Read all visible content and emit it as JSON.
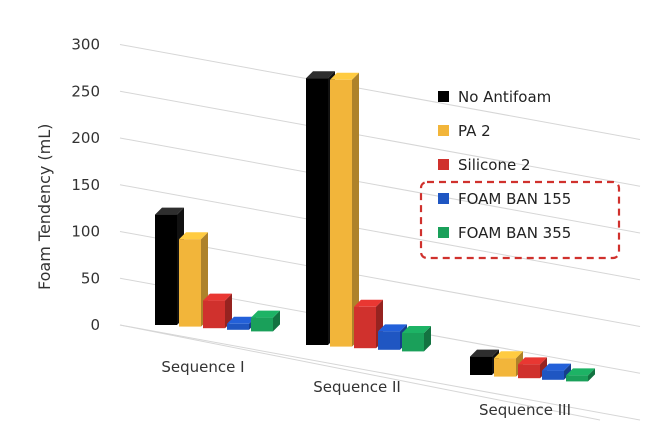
{
  "chart_data": {
    "type": "bar",
    "ylabel": "Foam Tendency (mL)",
    "ylim": [
      0,
      300
    ],
    "yticks": [
      "0",
      "50",
      "100",
      "150",
      "200",
      "250",
      "300"
    ],
    "categories": [
      "Sequence I",
      "Sequence II",
      "Sequence III"
    ],
    "series": [
      {
        "name": "No Antifoam",
        "color": "#000000",
        "values": [
          120,
          290,
          20
        ]
      },
      {
        "name": "PA 2",
        "color": "#F2B53A",
        "values": [
          95,
          290,
          20
        ]
      },
      {
        "name": "Silicone 2",
        "color": "#D0312D",
        "values": [
          30,
          45,
          15
        ]
      },
      {
        "name": "FOAM BAN 155",
        "color": "#1F56C2",
        "values": [
          5,
          20,
          10
        ]
      },
      {
        "name": "FOAM BAN 355",
        "color": "#1AA05A",
        "values": [
          15,
          20,
          5
        ]
      }
    ],
    "grid": true,
    "legend_position": "right",
    "highlight_box": {
      "series": [
        "FOAM BAN 155",
        "FOAM BAN 355"
      ],
      "color": "#D0312D"
    }
  }
}
